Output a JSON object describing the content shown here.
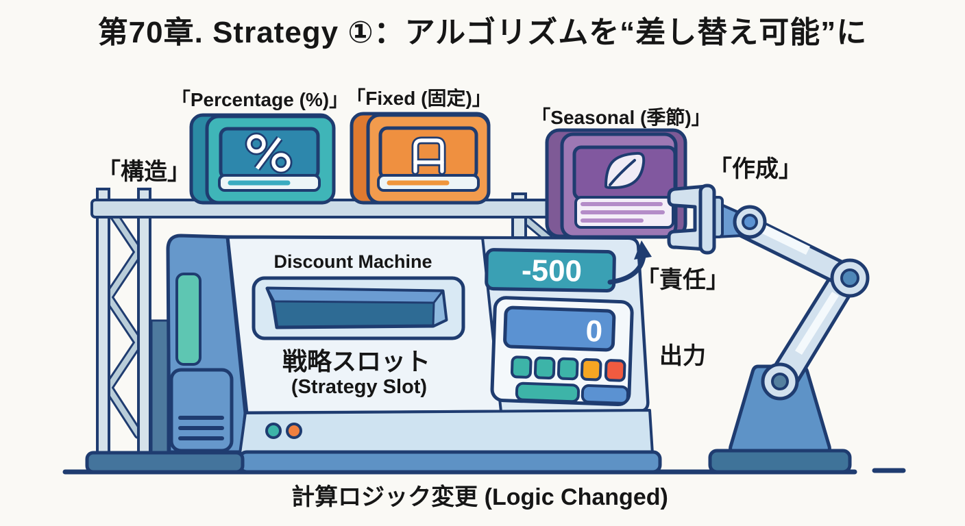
{
  "title": "第70章. Strategy ①：アルゴリズムを“差し替え可能”に",
  "labels": {
    "structure": "「構造」",
    "creation": "「作成」",
    "responsibility": "「責任」",
    "output": "出力",
    "caption": "計算ロジック変更 (Logic Changed)"
  },
  "cards": {
    "percentage": {
      "label": "「Percentage (%)」",
      "icon": "percent-icon",
      "color": "#3fb5b8"
    },
    "fixed": {
      "label": "「Fixed (固定)」",
      "icon": "price-tag-icon",
      "color": "#f29b4d"
    },
    "seasonal": {
      "label": "「Seasonal (季節)」",
      "icon": "leaf-icon",
      "color": "#9d78b4"
    }
  },
  "machine": {
    "name": "Discount Machine",
    "slot_label_jp": "戦略スロット",
    "slot_label_en": "(Strategy Slot)",
    "price_display": "-500",
    "output_display": "0"
  },
  "colors": {
    "outline": "#1f3c70",
    "background": "#faf9f5",
    "machine_face": "#eef4f9",
    "machine_blue": "#6698cb",
    "display_teal": "#3aa0b4",
    "display_blue": "#5b92d2",
    "button_teal": "#3db4a8",
    "button_orange": "#f5a623",
    "button_red": "#f15b40"
  }
}
